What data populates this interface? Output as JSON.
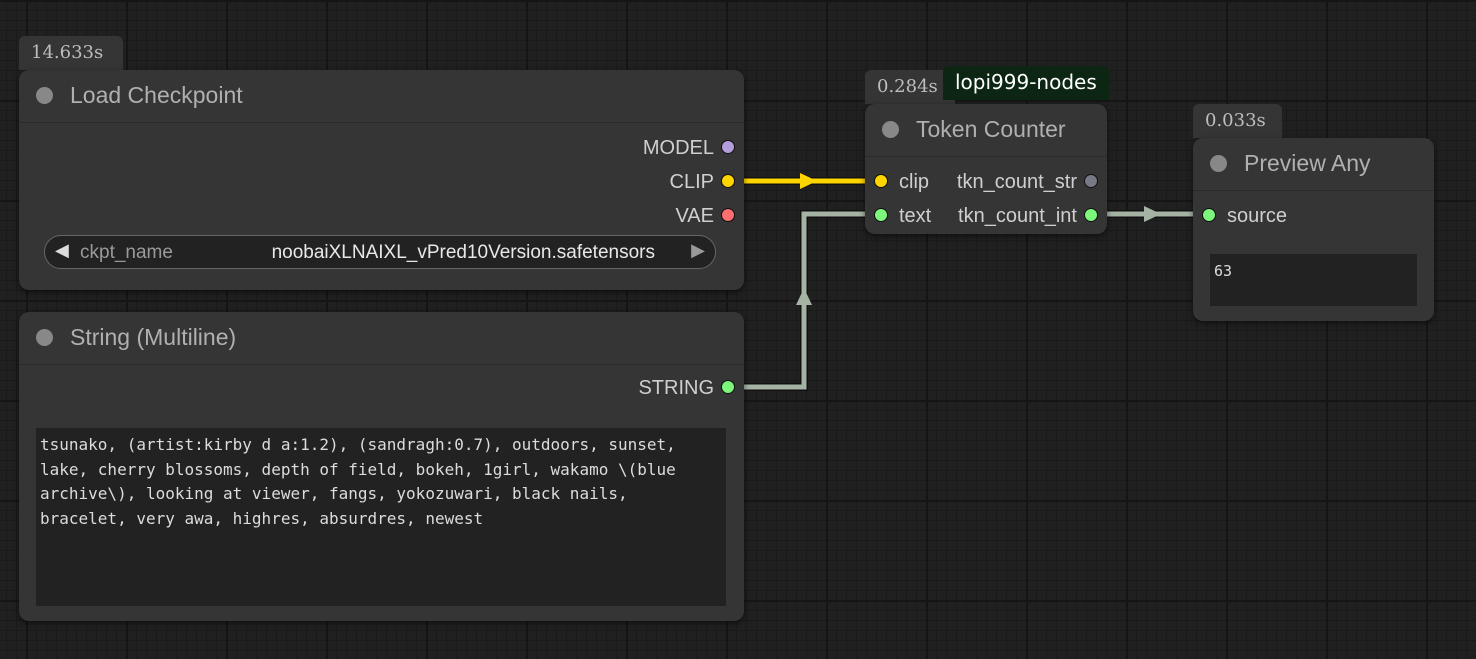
{
  "nodes": {
    "load_checkpoint": {
      "timing": "14.633s",
      "title": "Load Checkpoint",
      "outputs": [
        "MODEL",
        "CLIP",
        "VAE"
      ],
      "widget": {
        "name": "ckpt_name",
        "value": "noobaiXLNAIXL_vPred10Version.safetensors"
      }
    },
    "string_multiline": {
      "title": "String (Multiline)",
      "output": "STRING",
      "text": "tsunako, (artist:kirby d a:1.2), (sandragh:0.7), outdoors, sunset, lake, cherry blossoms, depth of field, bokeh, 1girl, wakamo \\(blue archive\\), looking at viewer, fangs, yokozuwari, black nails, bracelet, very awa, highres, absurdres, newest"
    },
    "token_counter": {
      "timing": "0.284s",
      "badge": "lopi999-nodes",
      "title": "Token Counter",
      "inputs": [
        "clip",
        "text"
      ],
      "outputs": [
        "tkn_count_str",
        "tkn_count_int"
      ]
    },
    "preview_any": {
      "timing": "0.033s",
      "title": "Preview Any",
      "input": "source",
      "value": "63"
    }
  },
  "colors": {
    "model": "#b39ddb",
    "clip": "#ffd500",
    "vae": "#ff6e6e",
    "string": "#7cf77c",
    "int": "#7cf77c",
    "str_out": "#777a86",
    "link_clip": "#ffd500",
    "link_string": "#a4b3a4"
  }
}
